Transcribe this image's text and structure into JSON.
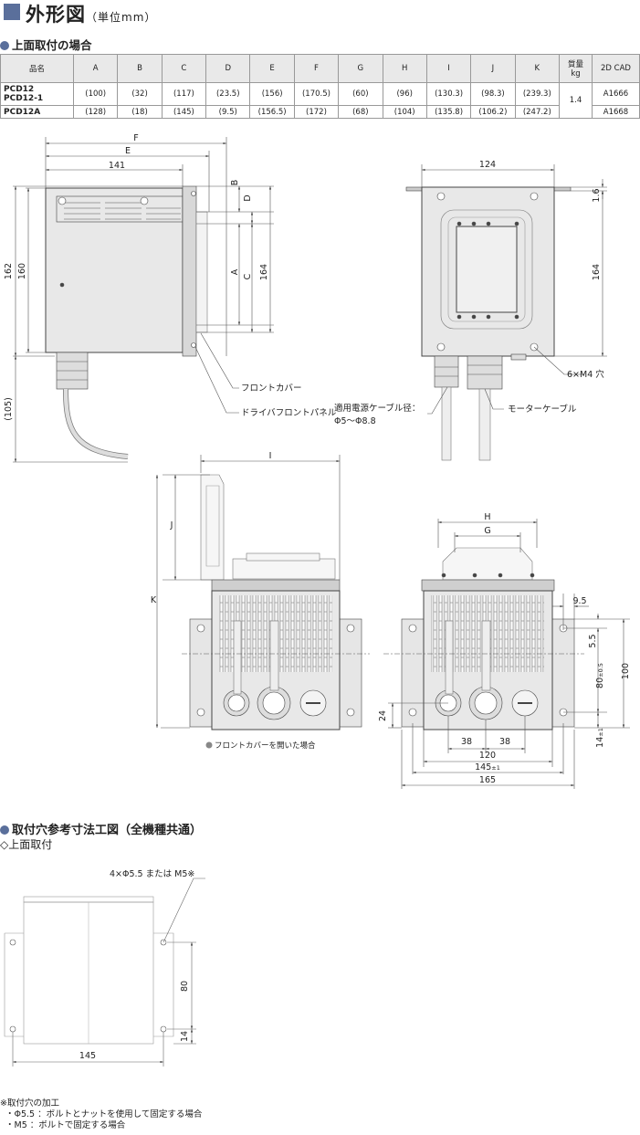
{
  "header": {
    "title": "外形図",
    "unit": "（単位mm）"
  },
  "section1": {
    "title": "上面取付の場合"
  },
  "table": {
    "headers": [
      "品名",
      "A",
      "B",
      "C",
      "D",
      "E",
      "F",
      "G",
      "H",
      "I",
      "J",
      "K",
      "質量\nkg",
      "2D CAD"
    ],
    "mass_line1": "質量",
    "mass_line2": "kg",
    "rows": [
      {
        "name1": "PCD12",
        "name2": "PCD12-1",
        "A": "(100)",
        "B": "(32)",
        "C": "(117)",
        "D": "(23.5)",
        "E": "(156)",
        "F": "(170.5)",
        "G": "(60)",
        "H": "(96)",
        "I": "(130.3)",
        "J": "(98.3)",
        "K": "(239.3)",
        "mass": "1.4",
        "cad": "A1666"
      },
      {
        "name1": "PCD12A",
        "A": "(128)",
        "B": "(18)",
        "C": "(145)",
        "D": "(9.5)",
        "E": "(156.5)",
        "F": "(172)",
        "G": "(68)",
        "H": "(104)",
        "I": "(135.8)",
        "J": "(106.2)",
        "K": "(247.2)",
        "cad": "A1668"
      }
    ]
  },
  "drawing1": {
    "dims": {
      "F": "F",
      "E": "E",
      "d141": "141",
      "d162": "162",
      "d160": "160",
      "d105": "(105)",
      "B": "B",
      "D": "D",
      "A": "A",
      "C": "C",
      "d164": "164"
    },
    "labels": {
      "front_cover": "フロントカバー",
      "driver_panel": "ドライバフロントパネル"
    }
  },
  "drawing2": {
    "dims": {
      "d124": "124",
      "d1_6": "1.6",
      "d164": "164"
    },
    "labels": {
      "holes": "6×M4 穴",
      "cable1": "適用電源ケーブル径：",
      "cable1b": "Φ5～Φ8.8",
      "cable2": "モーターケーブル"
    }
  },
  "drawing3": {
    "dims": {
      "I": "I",
      "J": "J",
      "K": "K"
    },
    "caption": "フロントカバーを開いた場合"
  },
  "drawing4": {
    "dims": {
      "H": "H",
      "G": "G",
      "d9_5": "9.5",
      "d5_5": "5.5",
      "d80": "80",
      "d80tol": "±0.5",
      "d100": "100",
      "d24": "24",
      "d38a": "38",
      "d38b": "38",
      "d14": "14",
      "d14tol": "±1",
      "d120": "120",
      "d145": "145",
      "d145tol": "±1",
      "d165": "165"
    }
  },
  "section2": {
    "title": "取付穴参考寸法工図（全機種共通）",
    "sub": "◇上面取付"
  },
  "drawing5": {
    "dims": {
      "holes": "4×Φ5.5 または M5※",
      "d80": "80",
      "d14": "14",
      "d145": "145"
    }
  },
  "notes": [
    "※取付穴の加工",
    "・Φ5.5 ：ボルトとナットを使用して固定する場合",
    "・M5 ：ボルトで固定する場合"
  ]
}
